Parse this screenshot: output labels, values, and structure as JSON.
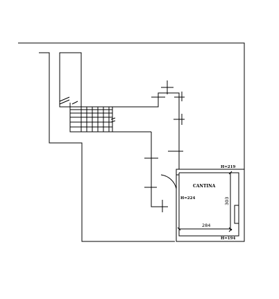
{
  "plan": {
    "room_label": "CANTINA",
    "heights": {
      "top_right": "H=219",
      "left": "H=224",
      "bottom_right": "H=194"
    },
    "dimensions": {
      "width": "284",
      "depth": "303"
    }
  }
}
